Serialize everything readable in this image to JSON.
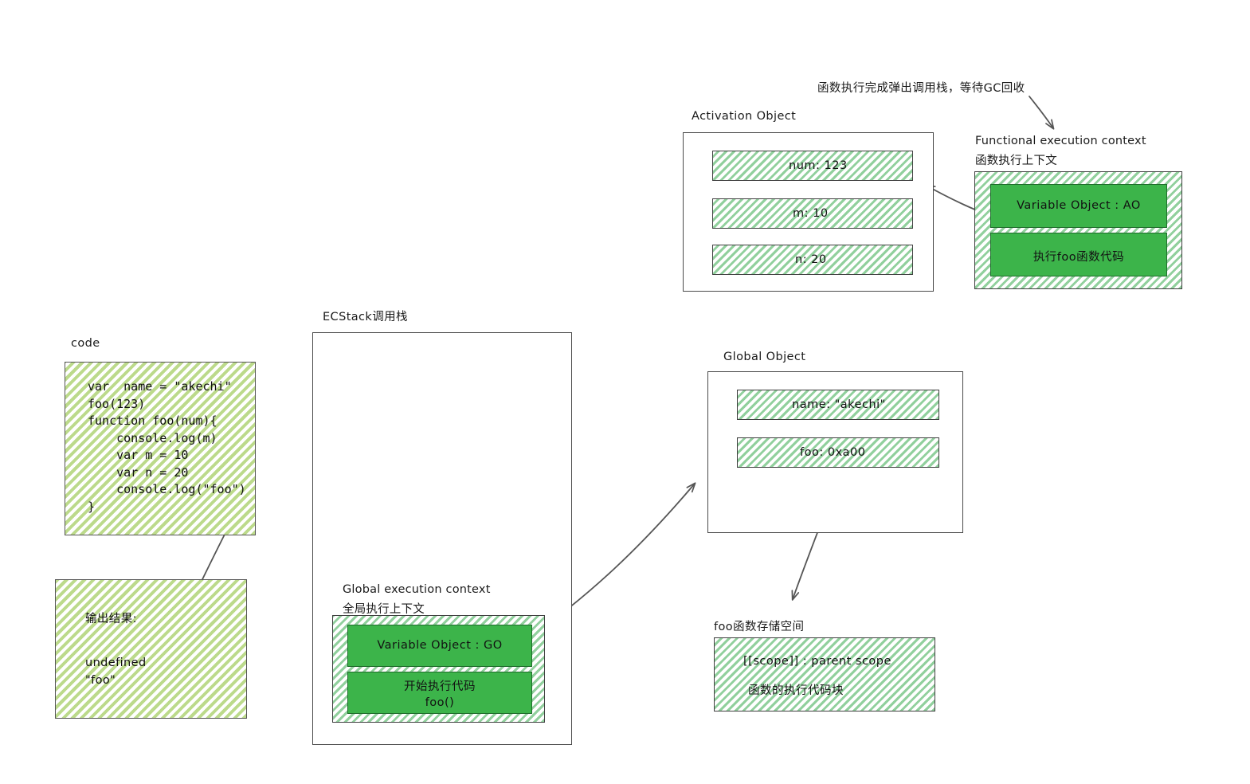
{
  "diagram": {
    "title_note": "函数执行完成弹出调用栈，等待GC回收"
  },
  "code_panel": {
    "caption": "code",
    "code": "var  name = \"akechi\"\nfoo(123)\nfunction foo(num){\n    console.log(m)\n    var m = 10\n    var n = 20\n    console.log(\"foo\")\n}"
  },
  "output_panel": {
    "heading": "输出结果:",
    "lines": "undefined\n\"foo\""
  },
  "ecstack": {
    "caption": "ECStack调用栈",
    "global_context": {
      "title_en": "Global execution context",
      "title_zh": "全局执行上下文",
      "variable_object": "Variable Object : GO",
      "running_code": "开始执行代码\nfoo()"
    }
  },
  "activation_object": {
    "caption": "Activation Object",
    "rows": [
      {
        "text": "num: 123"
      },
      {
        "text": "m: 10"
      },
      {
        "text": "n: 20"
      }
    ]
  },
  "functional_context": {
    "title_en": "Functional execution context",
    "title_zh": "函数执行上下文",
    "variable_object": "Variable Object : AO",
    "running_code": "执行foo函数代码"
  },
  "global_object": {
    "caption": "Global Object",
    "rows": [
      {
        "text": "name: \"akechi\""
      },
      {
        "text": "foo: 0xa00"
      }
    ]
  },
  "foo_storage": {
    "caption": "foo函数存储空间",
    "scope_line": "[[scope]] : parent scope",
    "code_line": "函数的执行代码块"
  },
  "colors": {
    "solid_green": "#3cb44a",
    "hatch_mint": "#7ec88c",
    "hatch_lime": "#abd16e",
    "stroke": "#4a4a4a",
    "arrow": "#555555",
    "text": "#121212"
  }
}
